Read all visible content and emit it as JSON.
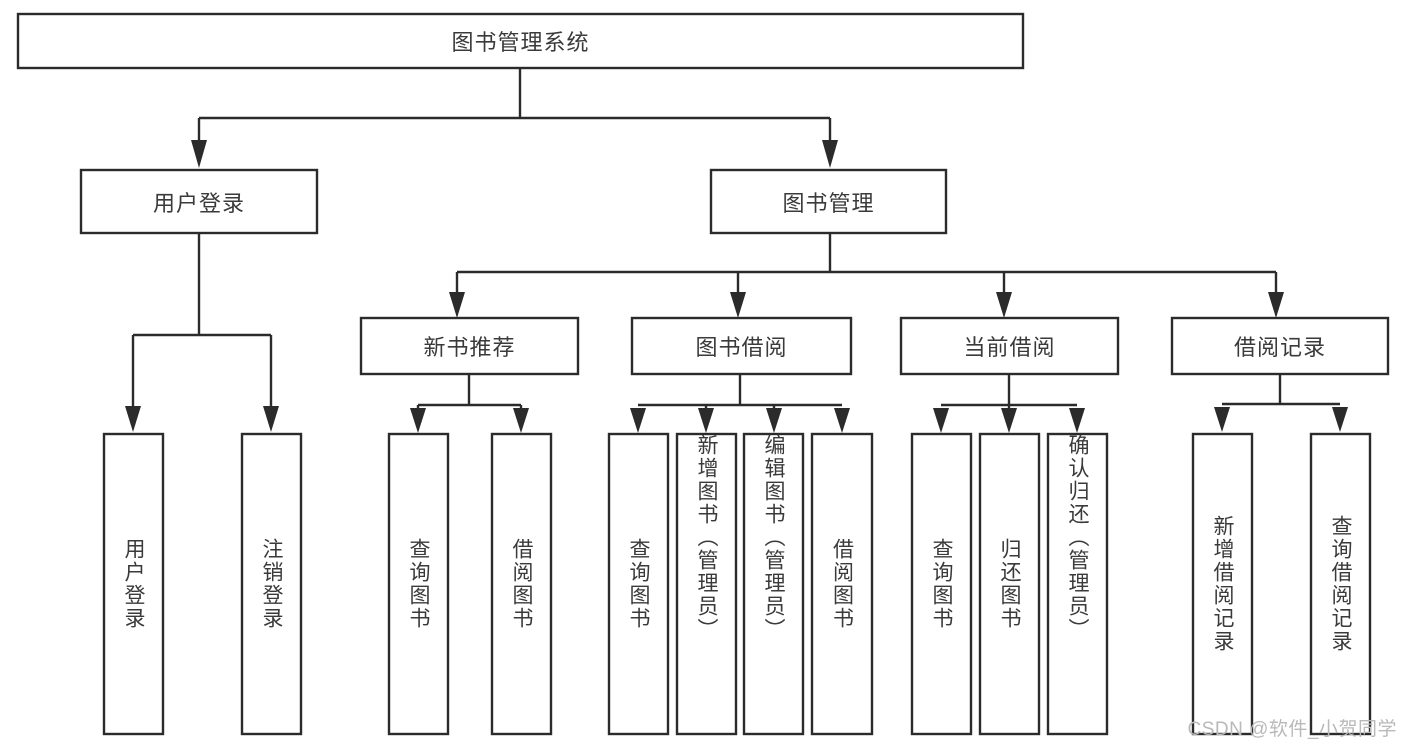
{
  "diagram": {
    "type": "tree-hierarchy",
    "title": "图书管理系统",
    "orientation": "top-down",
    "colors": {
      "box_stroke": "#2b2b2b",
      "box_fill": "#ffffff",
      "text": "#3a3a3a",
      "edge": "#2b2b2b",
      "watermark": "#b9b9b9",
      "background": "#ffffff"
    },
    "root": {
      "label": "图书管理系统"
    },
    "level2": [
      {
        "label": "用户登录"
      },
      {
        "label": "图书管理"
      }
    ],
    "level3": [
      {
        "label": "新书推荐"
      },
      {
        "label": "图书借阅"
      },
      {
        "label": "当前借阅"
      },
      {
        "label": "借阅记录"
      }
    ],
    "leaves": {
      "user_login": [
        {
          "label": "用户登录"
        },
        {
          "label": "注销登录"
        }
      ],
      "new_book_recommend": [
        {
          "label": "查询图书"
        },
        {
          "label": "借阅图书"
        }
      ],
      "book_borrow": [
        {
          "label": "查询图书"
        },
        {
          "label": "新增图书（管理员）"
        },
        {
          "label": "编辑图书（管理员）"
        },
        {
          "label": "借阅图书"
        }
      ],
      "current_borrow": [
        {
          "label": "查询图书"
        },
        {
          "label": "归还图书"
        },
        {
          "label": "确认归还（管理员）"
        }
      ],
      "borrow_records": [
        {
          "label": "新增借阅记录"
        },
        {
          "label": "查询借阅记录"
        }
      ]
    }
  },
  "watermark": {
    "text": "CSDN @软件_小贺同学"
  }
}
